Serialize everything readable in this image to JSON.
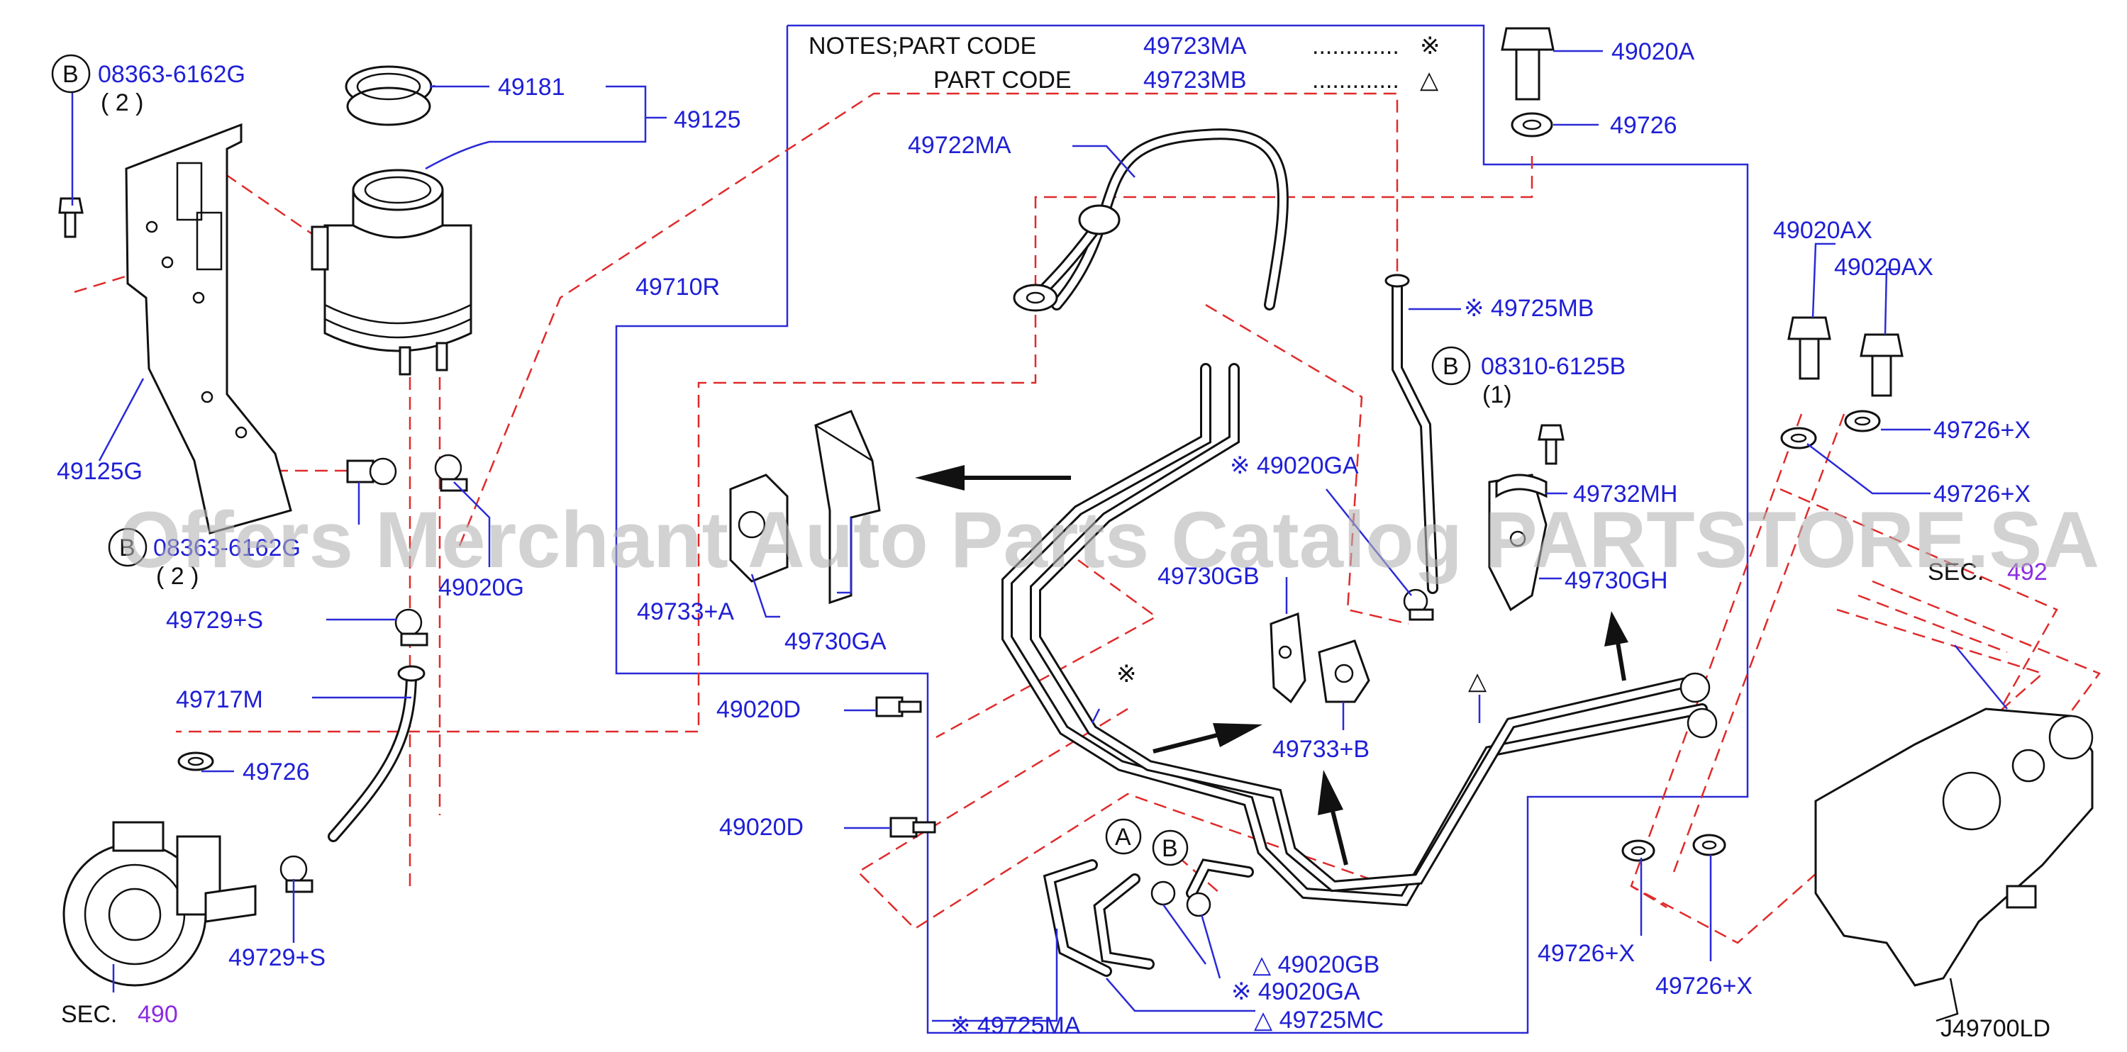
{
  "notes": {
    "header": "NOTES;PART CODE",
    "line2": "PART CODE",
    "code_a": "49723MA",
    "code_b": "49723MB",
    "dots": ".............",
    "sym_a": "※",
    "sym_b": "△"
  },
  "callouts": {
    "b_bolt_top": "08363-6162G",
    "qty_2_top": "( 2 )",
    "p49181": "49181",
    "p49125": "49125",
    "p49125g": "49125G",
    "b_bolt_mid": "08363-6162G",
    "qty_2_mid": "( 2 )",
    "p49020g": "49020G",
    "p49729s_top": "49729+S",
    "p49717m": "49717M",
    "p49726_left": "49726",
    "p49729s_bot": "49729+S",
    "sec_490": "SEC.",
    "sec_490_num": "490",
    "p49710r": "49710R",
    "p49722ma": "49722MA",
    "p49733a": "49733+A",
    "p49730ga": "49730GA",
    "p49020d_1": "49020D",
    "p49020d_2": "49020D",
    "p49730gb": "49730GB",
    "p49733b": "49733+B",
    "p49020ga_top": "※ 49020GA",
    "p49725mb": "※ 49725MB",
    "b_bolt_right": "08310-6125B",
    "qty_1_right": "(1)",
    "p49732mh": "49732MH",
    "p49730gh": "49730GH",
    "p49020a": "49020A",
    "p49726_top": "49726",
    "p49020ax_1": "49020AX",
    "p49020ax_2": "49020AX",
    "p49726x_1": "49726+X",
    "p49726x_2": "49726+X",
    "p49726x_3": "49726+X",
    "p49726x_4": "49726+X",
    "sec_492": "SEC.",
    "sec_492_num": "492",
    "p49020gb": "△ 49020GB",
    "p49020ga_bot": "※ 49020GA",
    "p49725mc": "△ 49725MC",
    "p49725ma": "※ 49725MA",
    "mark_a": "A",
    "mark_b": "B",
    "b_circle": "B",
    "sym_kome": "※",
    "sym_tri": "△",
    "diagram_code": "J49700LD"
  },
  "watermark": "Offers Merchant Auto Parts Catalog PARTSTORE.SA"
}
